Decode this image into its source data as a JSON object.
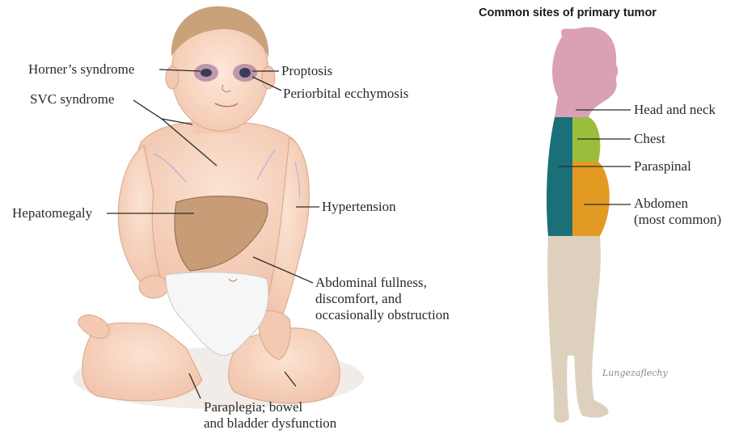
{
  "child": {
    "labels": {
      "horners": "Horner’s syndrome",
      "proptosis": "Proptosis",
      "periorbital": "Periorbital ecchymosis",
      "svc": "SVC syndrome",
      "hepatomegaly": "Hepatomegaly",
      "hypertension": "Hypertension",
      "abdominal_1": "Abdominal fullness,",
      "abdominal_2": "discomfort, and",
      "abdominal_3": "occasionally obstruction",
      "paraplegia_1": "Paraplegia; bowel",
      "paraplegia_2": "and bladder dysfunction"
    }
  },
  "silhouette": {
    "title": "Common sites of primary tumor",
    "labels": {
      "head_neck": "Head and neck",
      "chest": "Chest",
      "paraspinal": "Paraspinal",
      "abdomen_1": "Abdomen",
      "abdomen_2": "(most common)"
    },
    "colors": {
      "head_neck": "#d9a0b6",
      "chest": "#9bbd3c",
      "paraspinal": "#1a6f78",
      "abdomen": "#e39a22",
      "body": "#ddd1bd"
    }
  },
  "signature": "Lungezaflechy"
}
